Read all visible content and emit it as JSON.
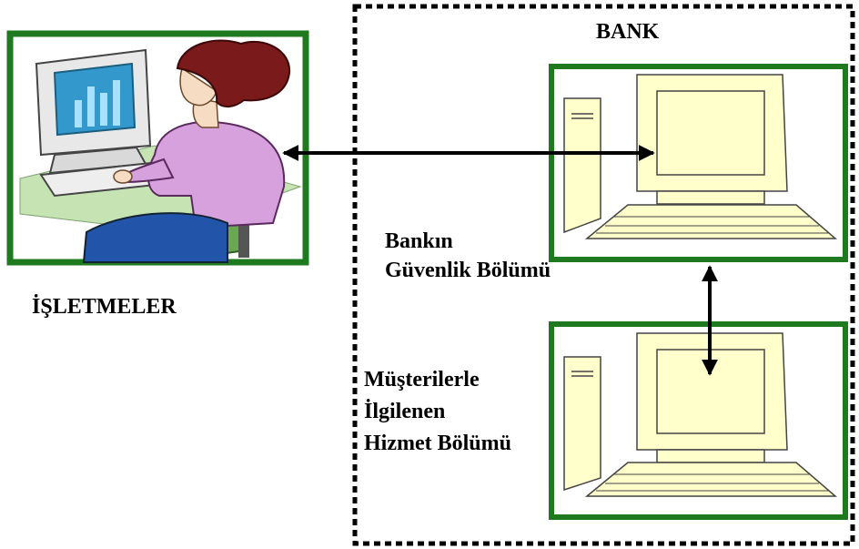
{
  "left_entity": {
    "label": "İŞLETMELER"
  },
  "bank": {
    "title": "BANK",
    "security_label_line1": "Bankın",
    "security_label_line2": "Güvenlik Bölümü",
    "service_label_line1": "Müşterilerle",
    "service_label_line2": "İlgilenen",
    "service_label_line3": "Hizmet Bölümü"
  },
  "colors": {
    "frame_green": "#1f7a1f",
    "computer_cream": "#ffffcc",
    "bank_border": "#000000",
    "person_shirt": "#d7a1dd",
    "person_hair": "#7a1a1a",
    "chair": "#6aa84f",
    "monitor_screen": "#3399cc"
  },
  "icons": [
    "woman-at-computer-illustration",
    "desktop-computer-icon",
    "double-arrow-icon"
  ]
}
